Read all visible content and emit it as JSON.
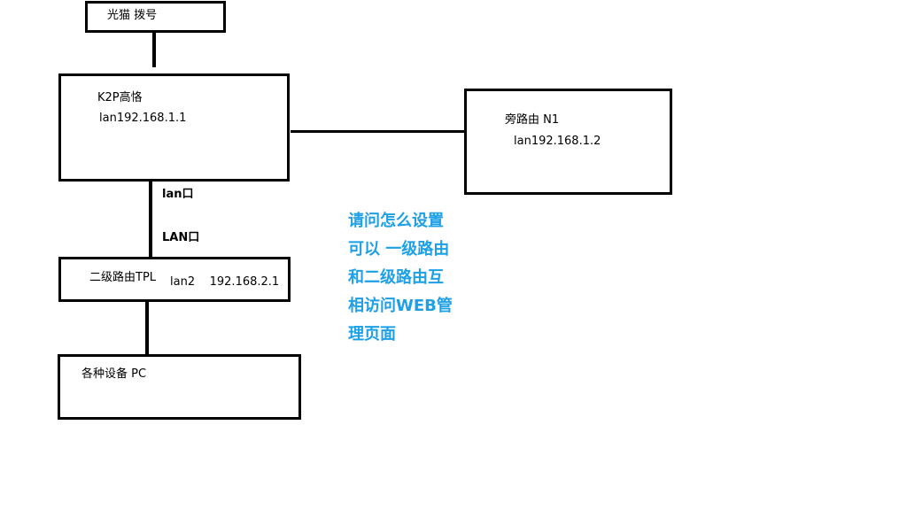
{
  "nodes": {
    "modem": {
      "label": "光猫 拨号"
    },
    "main_router": {
      "name": "K2P高恪",
      "ip": "lan192.168.1.1"
    },
    "bypass_router": {
      "name": "旁路由 N1",
      "ip": "lan192.168.1.2"
    },
    "secondary_router": {
      "name": "二级路由TPL",
      "ip": "lan2    192.168.2.1"
    },
    "devices": {
      "label": "各种设备 PC"
    }
  },
  "links": {
    "main_port_label": "lan口",
    "secondary_port_label": "LAN口"
  },
  "question": {
    "color": "#1ea0e6",
    "lines": [
      "请问怎么设置",
      "可以 一级路由",
      "和二级路由互",
      "相访问WEB管",
      "理页面"
    ]
  }
}
